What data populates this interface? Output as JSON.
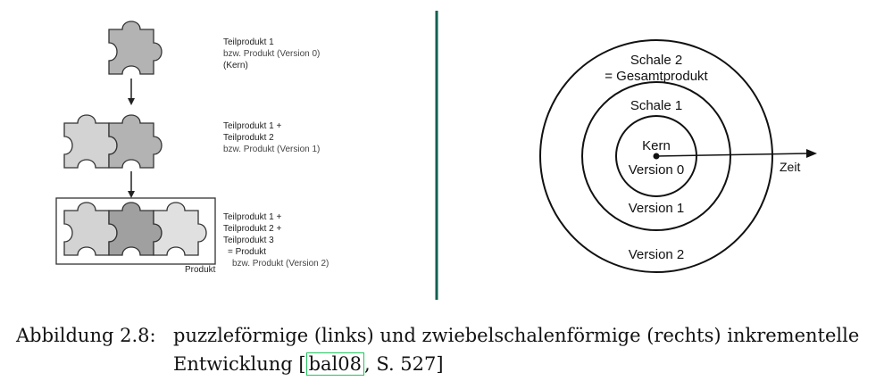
{
  "left_figure": {
    "step1": {
      "lines": [
        "Teilprodukt 1",
        "bzw. Produkt (Version 0)",
        "(Kern)"
      ]
    },
    "step2": {
      "lines": [
        "Teilprodukt 1 +",
        "Teilprodukt 2",
        "bzw. Produkt (Version 1)"
      ]
    },
    "step3": {
      "lines": [
        "Teilprodukt 1 +",
        "Teilprodukt 2 +",
        "Teilprodukt 3",
        "= Produkt",
        "bzw. Produkt (Version 2)"
      ]
    },
    "box_label": "Produkt"
  },
  "right_figure": {
    "shell2_label_line1": "Schale 2",
    "shell2_label_line2": "= Gesamtprodukt",
    "shell1_label": "Schale 1",
    "core_label": "Kern",
    "version0": "Version 0",
    "version1": "Version 1",
    "version2": "Version 2",
    "axis_label": "Zeit"
  },
  "caption": {
    "label": "Abbildung 2.8:",
    "line1": "puzzleförmige (links) und zwiebelschalenförmige (rechts) inkrementelle",
    "line2_prefix": "Entwicklung [",
    "citation": "bal08",
    "line2_suffix": ", S. 527]"
  }
}
